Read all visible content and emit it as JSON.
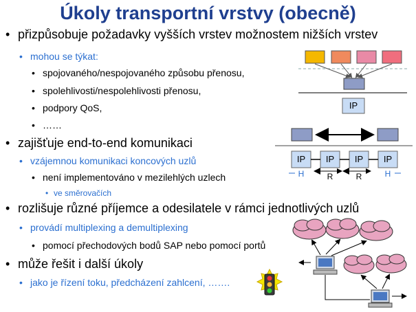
{
  "title": "Úkoly transportní vrstvy (obecně)",
  "bullets": [
    "přizpůsobuje požadavky vyšších vrstev možnostem nižších vrstev",
    "mohou se týkat:",
    "spojovaného/nespojovaného způsobu přenosu,",
    "spolehlivosti/nespolehlivosti přenosu,",
    "podpory QoS,",
    "……",
    "zajišťuje end-to-end komunikaci",
    "vzájemnou komunikaci koncových uzlů",
    "není implementováno v mezilehlých uzlech",
    "ve směrovačích",
    "rozlišuje různé příjemce a odesilatele v rámci jednotlivých uzlů",
    "provádí multiplexing a demultiplexing",
    "pomocí přechodových bodů SAP nebo pomocí portů",
    "může řešit i další úkoly",
    "jako je řízení toku, předcházení zahlcení, ……."
  ],
  "diagram1": {
    "ip": "IP",
    "colors": [
      "#f5b800",
      "#f08a5d",
      "#e98aa6",
      "#f06e7e"
    ],
    "box_color": "#8e9cc6",
    "ip_color": "#c8dcf5"
  },
  "diagram2": {
    "ips": [
      "IP",
      "IP",
      "IP",
      "IP"
    ],
    "labels": [
      "H",
      "R",
      "R",
      "H"
    ]
  }
}
